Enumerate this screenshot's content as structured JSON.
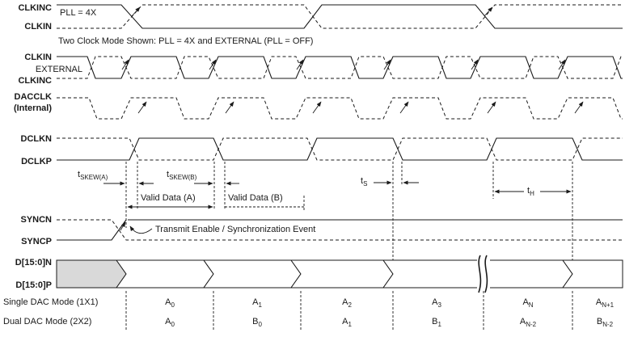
{
  "signals": {
    "clkinc_top": "CLKINC",
    "clkin_top": "CLKIN",
    "pll_note": "PLL = 4X",
    "mode_note": "Two Clock Mode Shown: PLL = 4X and EXTERNAL (PLL = OFF)",
    "clkin_ext": "CLKIN",
    "external": "EXTERNAL",
    "clkinc_ext": "CLKINC",
    "dacclk_1": "DACCLK",
    "dacclk_2": "(Internal)",
    "dclkn": "DCLKN",
    "dclkp": "DCLKP",
    "syncn": "SYNCN",
    "syncp": "SYNCP",
    "dn": "D[15:0]N",
    "dp": "D[15:0]P"
  },
  "timing": {
    "tskew_a_main": "t",
    "tskew_a_sub": "SKEW(A)",
    "tskew_b_main": "t",
    "tskew_b_sub": "SKEW(B)",
    "valid_a": "Valid Data (A)",
    "valid_b": "Valid Data (B)",
    "ts_main": "t",
    "ts_sub": "S",
    "th_main": "t",
    "th_sub": "H",
    "transmit": "Transmit Enable / Synchronization Event"
  },
  "modes": {
    "single_label": "Single DAC Mode (1X1)",
    "dual_label": "Dual DAC Mode (2X2)",
    "single": [
      {
        "base": "A",
        "sub": "0"
      },
      {
        "base": "A",
        "sub": "1"
      },
      {
        "base": "A",
        "sub": "2"
      },
      {
        "base": "A",
        "sub": "3"
      },
      {
        "base": "A",
        "sub": "N"
      },
      {
        "base": "A",
        "sub": "N+1"
      }
    ],
    "dual": [
      {
        "base": "A",
        "sub": "0"
      },
      {
        "base": "B",
        "sub": "0"
      },
      {
        "base": "A",
        "sub": "1"
      },
      {
        "base": "B",
        "sub": "1"
      },
      {
        "base": "A",
        "sub": "N-2"
      },
      {
        "base": "B",
        "sub": "N-2"
      }
    ]
  }
}
